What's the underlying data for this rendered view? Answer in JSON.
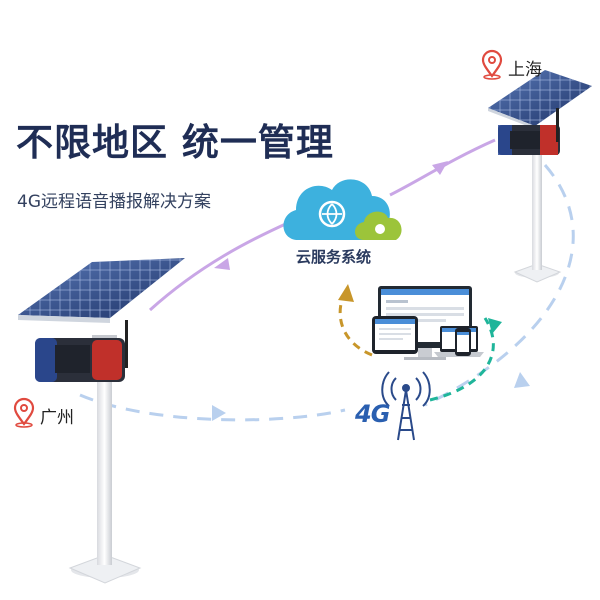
{
  "headline": "不限地区 统一管理",
  "subline": "4G远程语音播报解决方案",
  "cloud": {
    "label": "云服务系统"
  },
  "locations": {
    "shanghai": "上海",
    "guangzhou": "广州"
  },
  "network": {
    "label": "4G"
  },
  "colors": {
    "headline": "#1f2d55",
    "purple_arrow": "#c9a6e6",
    "blue_dash": "#b9d0ee",
    "teal_arrow": "#1fb59a",
    "orange_arrow": "#c8962a",
    "cloud_blue": "#3db1de",
    "cloud_green": "#9cc43a",
    "pin_red": "#e04a3f"
  },
  "icons": [
    "location-pin-icon",
    "cloud-icon",
    "cell-tower-icon",
    "solar-panel-icon",
    "speaker-box-icon"
  ]
}
